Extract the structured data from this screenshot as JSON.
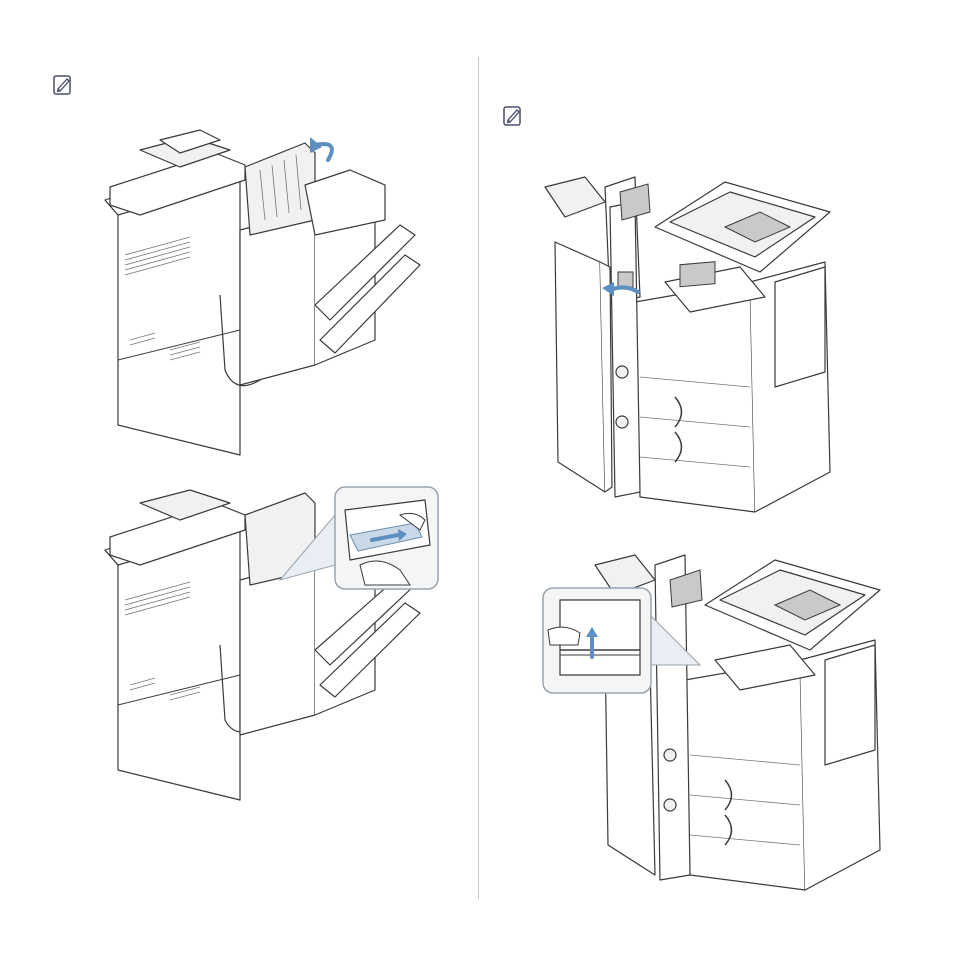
{
  "page": {
    "note_icons": [
      "note-icon",
      "note-icon"
    ],
    "figures": [
      {
        "name": "finisher-open-top-cover",
        "icon": "finisher-top-cover-arrow"
      },
      {
        "name": "finisher-remove-jammed-paper",
        "icon": "paper-removal-callout"
      },
      {
        "name": "finisher-open-front-door",
        "icon": "door-open-arrow"
      },
      {
        "name": "finisher-lift-guide-lever",
        "icon": "guide-lever-callout"
      }
    ],
    "colors": {
      "line": "#3a3a3a",
      "accent_arrow": "#5d8fc0",
      "divider": "#c8c8c8"
    }
  }
}
